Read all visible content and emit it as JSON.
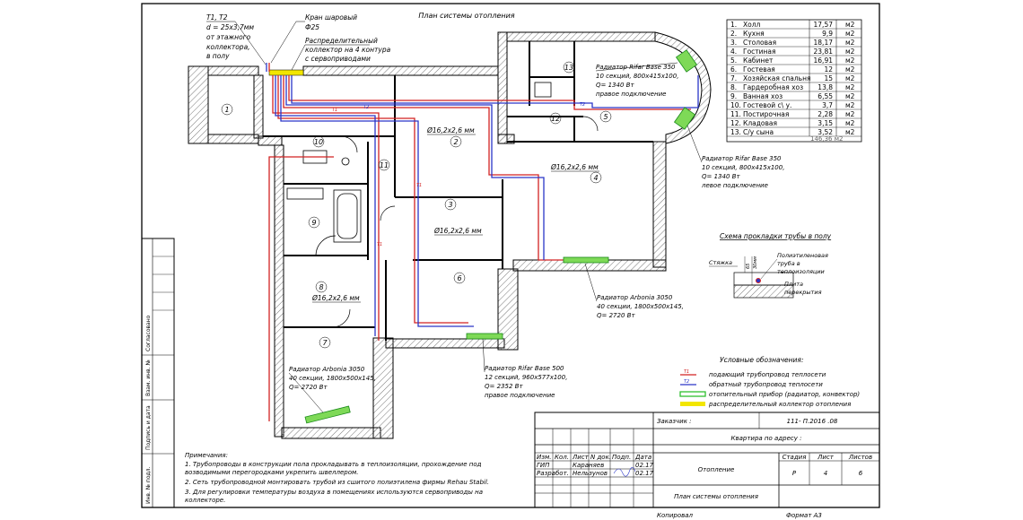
{
  "title": "План системы отопления",
  "rooms_table": [
    {
      "n": "1.",
      "name": "Холл",
      "area": "17,57",
      "unit": "м2"
    },
    {
      "n": "2.",
      "name": "Кухня",
      "area": "9,9",
      "unit": "м2"
    },
    {
      "n": "3.",
      "name": "Столовая",
      "area": "18,17",
      "unit": "м2"
    },
    {
      "n": "4.",
      "name": "Гостиная",
      "area": "23,81",
      "unit": "м2"
    },
    {
      "n": "5.",
      "name": "Кабинет",
      "area": "16,91",
      "unit": "м2"
    },
    {
      "n": "6.",
      "name": "Гостевая",
      "area": "12",
      "unit": "м2"
    },
    {
      "n": "7.",
      "name": "Хозяйская спальня",
      "area": "15",
      "unit": "м2"
    },
    {
      "n": "8.",
      "name": "Гардеробная хоз",
      "area": "13,8",
      "unit": "м2"
    },
    {
      "n": "9.",
      "name": "Ванная хоз",
      "area": "6,55",
      "unit": "м2"
    },
    {
      "n": "10.",
      "name": "Гостевой с\\ у.",
      "area": "3,7",
      "unit": "м2"
    },
    {
      "n": "11.",
      "name": "Постирочная",
      "area": "2,28",
      "unit": "м2"
    },
    {
      "n": "12.",
      "name": "Кладовая",
      "area": "3,15",
      "unit": "м2"
    },
    {
      "n": "13.",
      "name": "С/у сына",
      "area": "3,52",
      "unit": "м2"
    }
  ],
  "rooms_total": "146,36 м2",
  "room_numbers": [
    "1",
    "2",
    "3",
    "4",
    "5",
    "6",
    "7",
    "8",
    "9",
    "10",
    "11",
    "12",
    "13"
  ],
  "labels": {
    "t1t2": "Т1, Т2",
    "d_pipe": "d = 25x3,7мм",
    "from_floor": "от этажного",
    "collector_1": "коллектора,",
    "collector_2": "в полу",
    "ball_valve": "Кран шаровый",
    "phi25": "Ф25",
    "distr_1": "Распределительный",
    "distr_2": "коллектор на 4 контура",
    "distr_3": "с сервоприводами",
    "pipe_a": "Ø16,2х2,6 мм",
    "pipe_b": "Ø16,2х2,6 мм",
    "pipe_c": "Ø16,2х2,6 мм",
    "pipe_d": "Ø16,2х2,6 мм",
    "t1": "Т1",
    "t2": "Т2"
  },
  "radiators": [
    {
      "l1": "Радиатор Rifar Base 350",
      "l2": "10 секций, 800х415х100,",
      "l3": "Q= 1340 Вт",
      "l4": "правое подключение"
    },
    {
      "l1": "Радиатор Rifar Base 350",
      "l2": "10 секций, 800х415х100,",
      "l3": "Q= 1340 Вт",
      "l4": "левое подключение"
    },
    {
      "l1": "Радиатор Arbonia 3050",
      "l2": "40 секции, 1800х500х145,",
      "l3": "Q= 2720 Вт",
      "l4": ""
    },
    {
      "l1": "Радиатор Rifar Base 500",
      "l2": "12 секций, 960х577х100,",
      "l3": "Q= 2352 Вт",
      "l4": "правое подключение"
    },
    {
      "l1": "Радиатор Arbonia 3050",
      "l2": "40 секции, 1800х500х145,",
      "l3": "Q= 2720 Вт",
      "l4": ""
    }
  ],
  "floor_scheme": {
    "title": "Схема прокладки трубы в полу",
    "screed": "Стяжка",
    "dim1": "65",
    "dim2": "30мм",
    "pipe_1": "Полиэтиленовая",
    "pipe_2": "труба в",
    "pipe_3": "теплоизоляции",
    "slab_1": "Плита",
    "slab_2": "перекрытия"
  },
  "legend": {
    "title": "Условные обозначения:",
    "items": [
      {
        "code": "Т1",
        "text": "подающий трубопровод теплосети",
        "color": "#d22222"
      },
      {
        "code": "Т2",
        "text": "обратный трубопровод теплосети",
        "color": "#2a35c8"
      },
      {
        "code": "",
        "text": "отопительный прибор (радиатор, конвектор)",
        "color": "#2fbf2f"
      },
      {
        "code": "",
        "text": "распределительный коллектор отопления",
        "color": "#f2e600"
      }
    ]
  },
  "notes": {
    "title": "Примечания:",
    "lines": [
      "1. Трубопроводы в конструкции пола прокладывать в теплоизоляции, прохождение под",
      "возводимыми перегородками укрепить швеллером.",
      "2. Сеть трубопроводной монтировать трубой из сшитого полиэтилена фирмы Rehau Stabil.",
      "3. Для регулировки температуры воздуха в помещениях используются сервоприводы на",
      "коллекторе."
    ]
  },
  "side_stamp": [
    "Согласовано",
    "Взам. инв. №",
    "Подпись и дата",
    "Инв. № подл."
  ],
  "title_block": {
    "customer_label": "Заказчик :",
    "doc_code": "111- П.2016 .08",
    "address": "Квартира по адресу :",
    "hdr_izm": "Изм.",
    "hdr_kol": "Кол.",
    "hdr_list": "Лист",
    "hdr_ndok": "N док.",
    "hdr_podp": "Подп.",
    "hdr_data": "Дата",
    "r1_role": "ГИП",
    "r1_name": "Караняев",
    "r1_date": "02.17",
    "r2_role": "Разработ.",
    "r2_name": "Нельзунов",
    "r2_date": "02.17",
    "section": "Отопление",
    "stage_h": "Стадия",
    "sheet_h": "Лист",
    "sheets_h": "Листов",
    "stage": "Р",
    "sheet": "4",
    "sheets": "6",
    "drawing": "План системы отопления",
    "copied": "Копировал",
    "format": "Формат А3"
  }
}
